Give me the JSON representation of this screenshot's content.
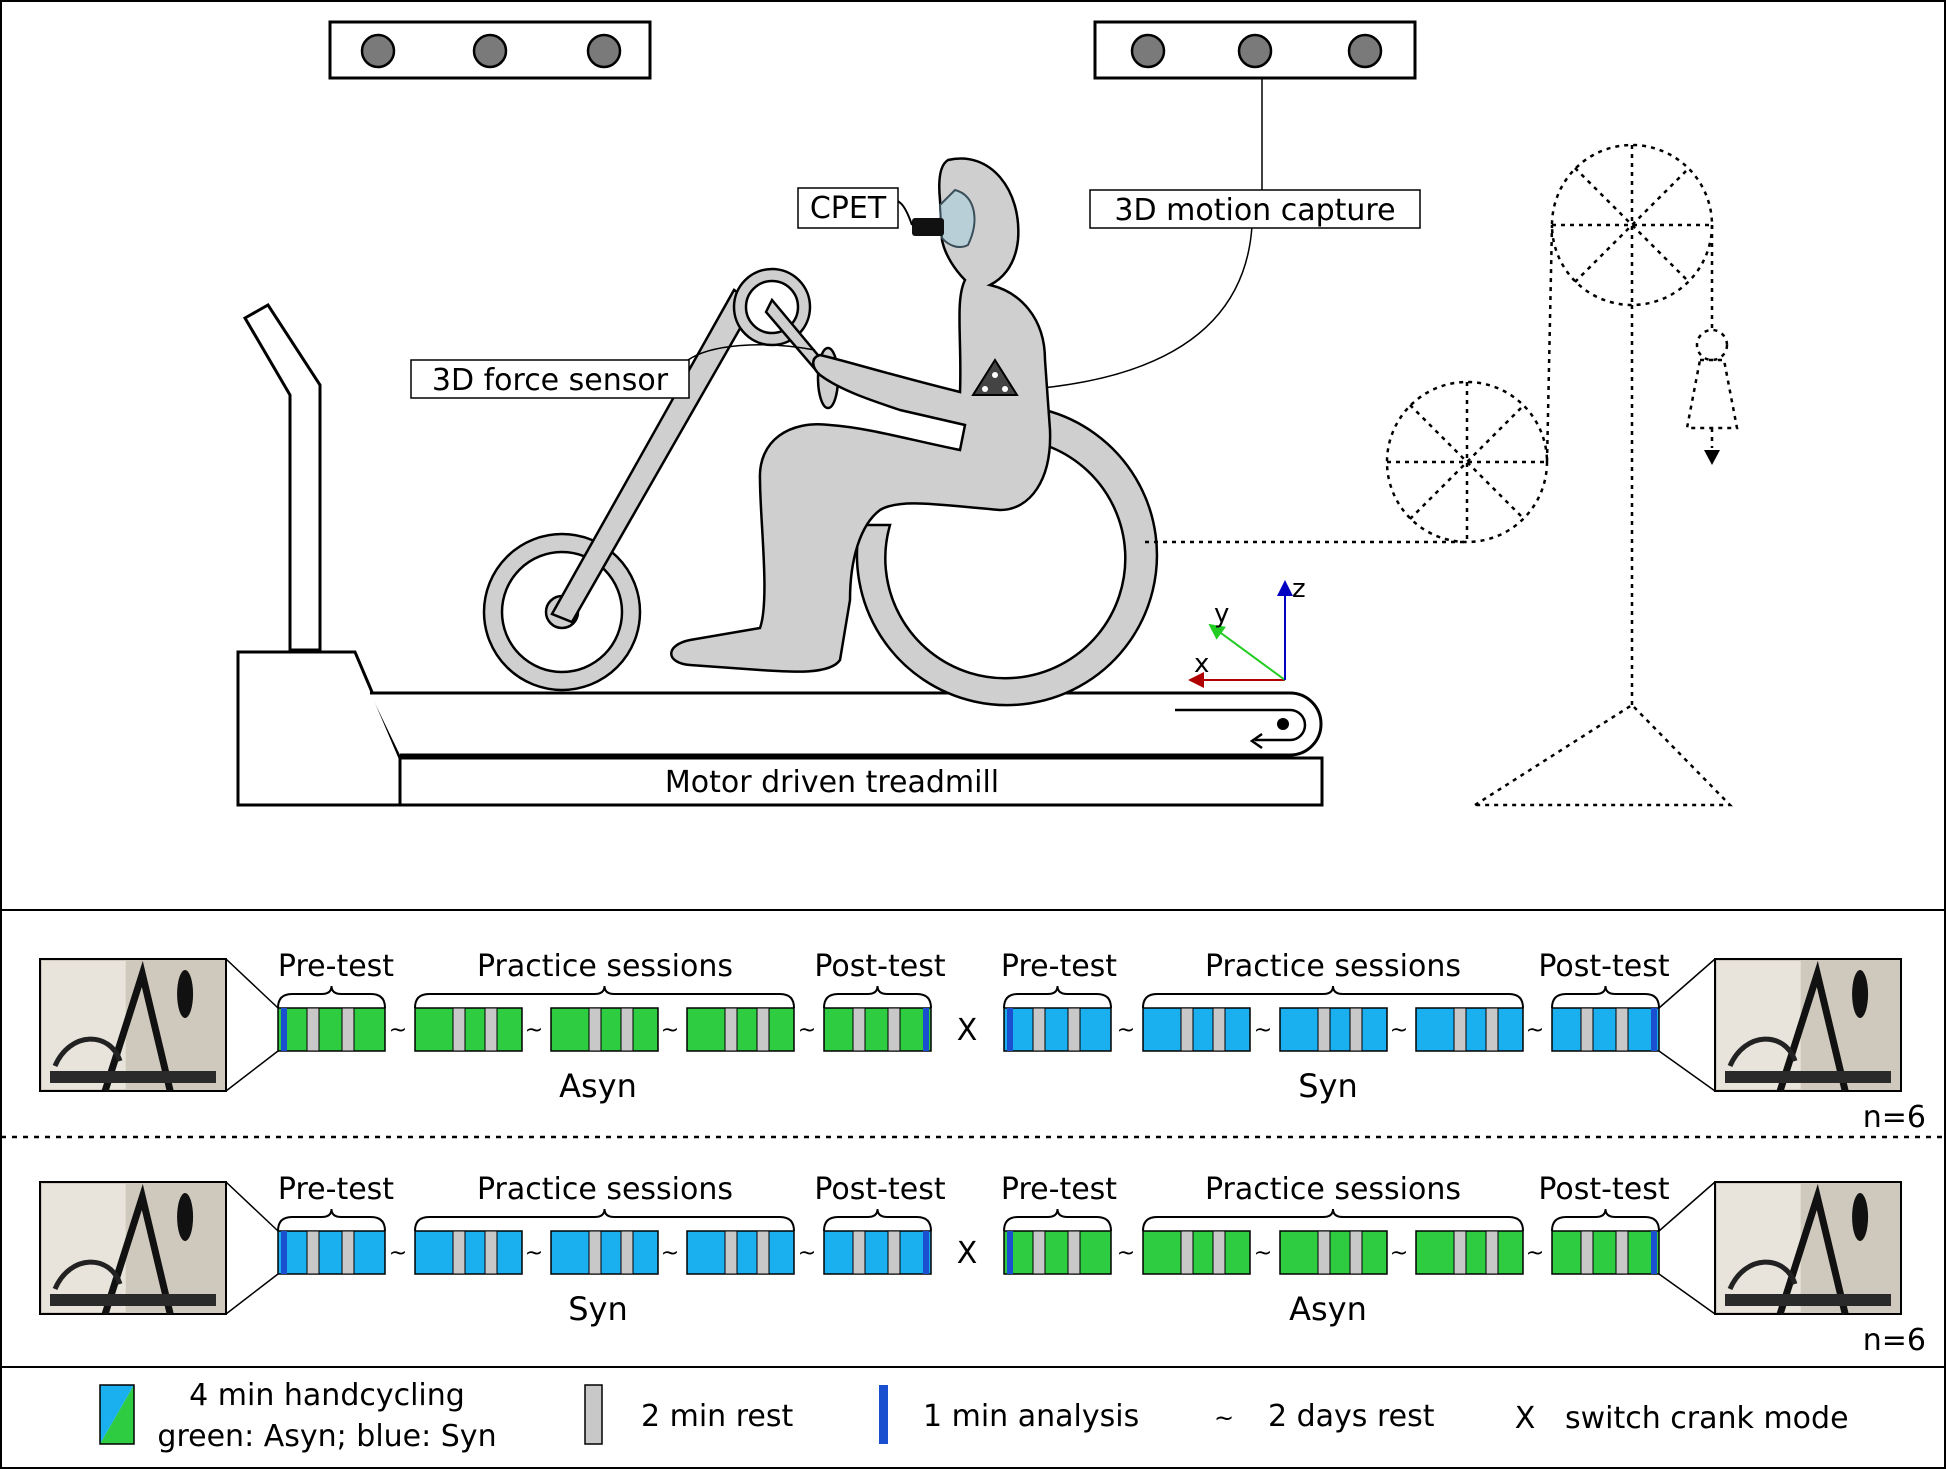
{
  "setup": {
    "labels": {
      "cpet": "CPET",
      "motion_capture": "3D motion capture",
      "force_sensor": "3D force sensor",
      "treadmill": "Motor driven treadmill"
    },
    "axes": {
      "x": "x",
      "y": "y",
      "z": "z"
    }
  },
  "protocol": {
    "groups": [
      {
        "n_label": "n=6",
        "phases": [
          {
            "pre": "Pre-test",
            "practice": "Practice sessions",
            "post": "Post-test",
            "mode": "Asyn",
            "color": "green"
          },
          {
            "pre": "Pre-test",
            "practice": "Practice sessions",
            "post": "Post-test",
            "mode": "Syn",
            "color": "blue"
          }
        ],
        "switch_marker": "X",
        "rest_marker": "~"
      },
      {
        "n_label": "n=6",
        "phases": [
          {
            "pre": "Pre-test",
            "practice": "Practice sessions",
            "post": "Post-test",
            "mode": "Syn",
            "color": "blue"
          },
          {
            "pre": "Pre-test",
            "practice": "Practice sessions",
            "post": "Post-test",
            "mode": "Asyn",
            "color": "green"
          }
        ],
        "switch_marker": "X",
        "rest_marker": "~"
      }
    ]
  },
  "legend": {
    "handcycling_line1": "4 min handcycling",
    "handcycling_line2": "green: Asyn; blue: Syn",
    "rest2": "2 min rest",
    "analysis": "1 min analysis",
    "days_rest_symbol": "~",
    "days_rest": "2 days rest",
    "switch_symbol": "X",
    "switch": "switch crank mode"
  },
  "colors": {
    "green": "#2ecc40",
    "blue": "#1ab0f0",
    "rest_gray": "#c8c8c8",
    "analysis_blue": "#1a4fd0",
    "figure_gray": "#cfcfcf",
    "axis_x": "#b00000",
    "axis_y": "#22cc22",
    "axis_z": "#0000c0"
  }
}
